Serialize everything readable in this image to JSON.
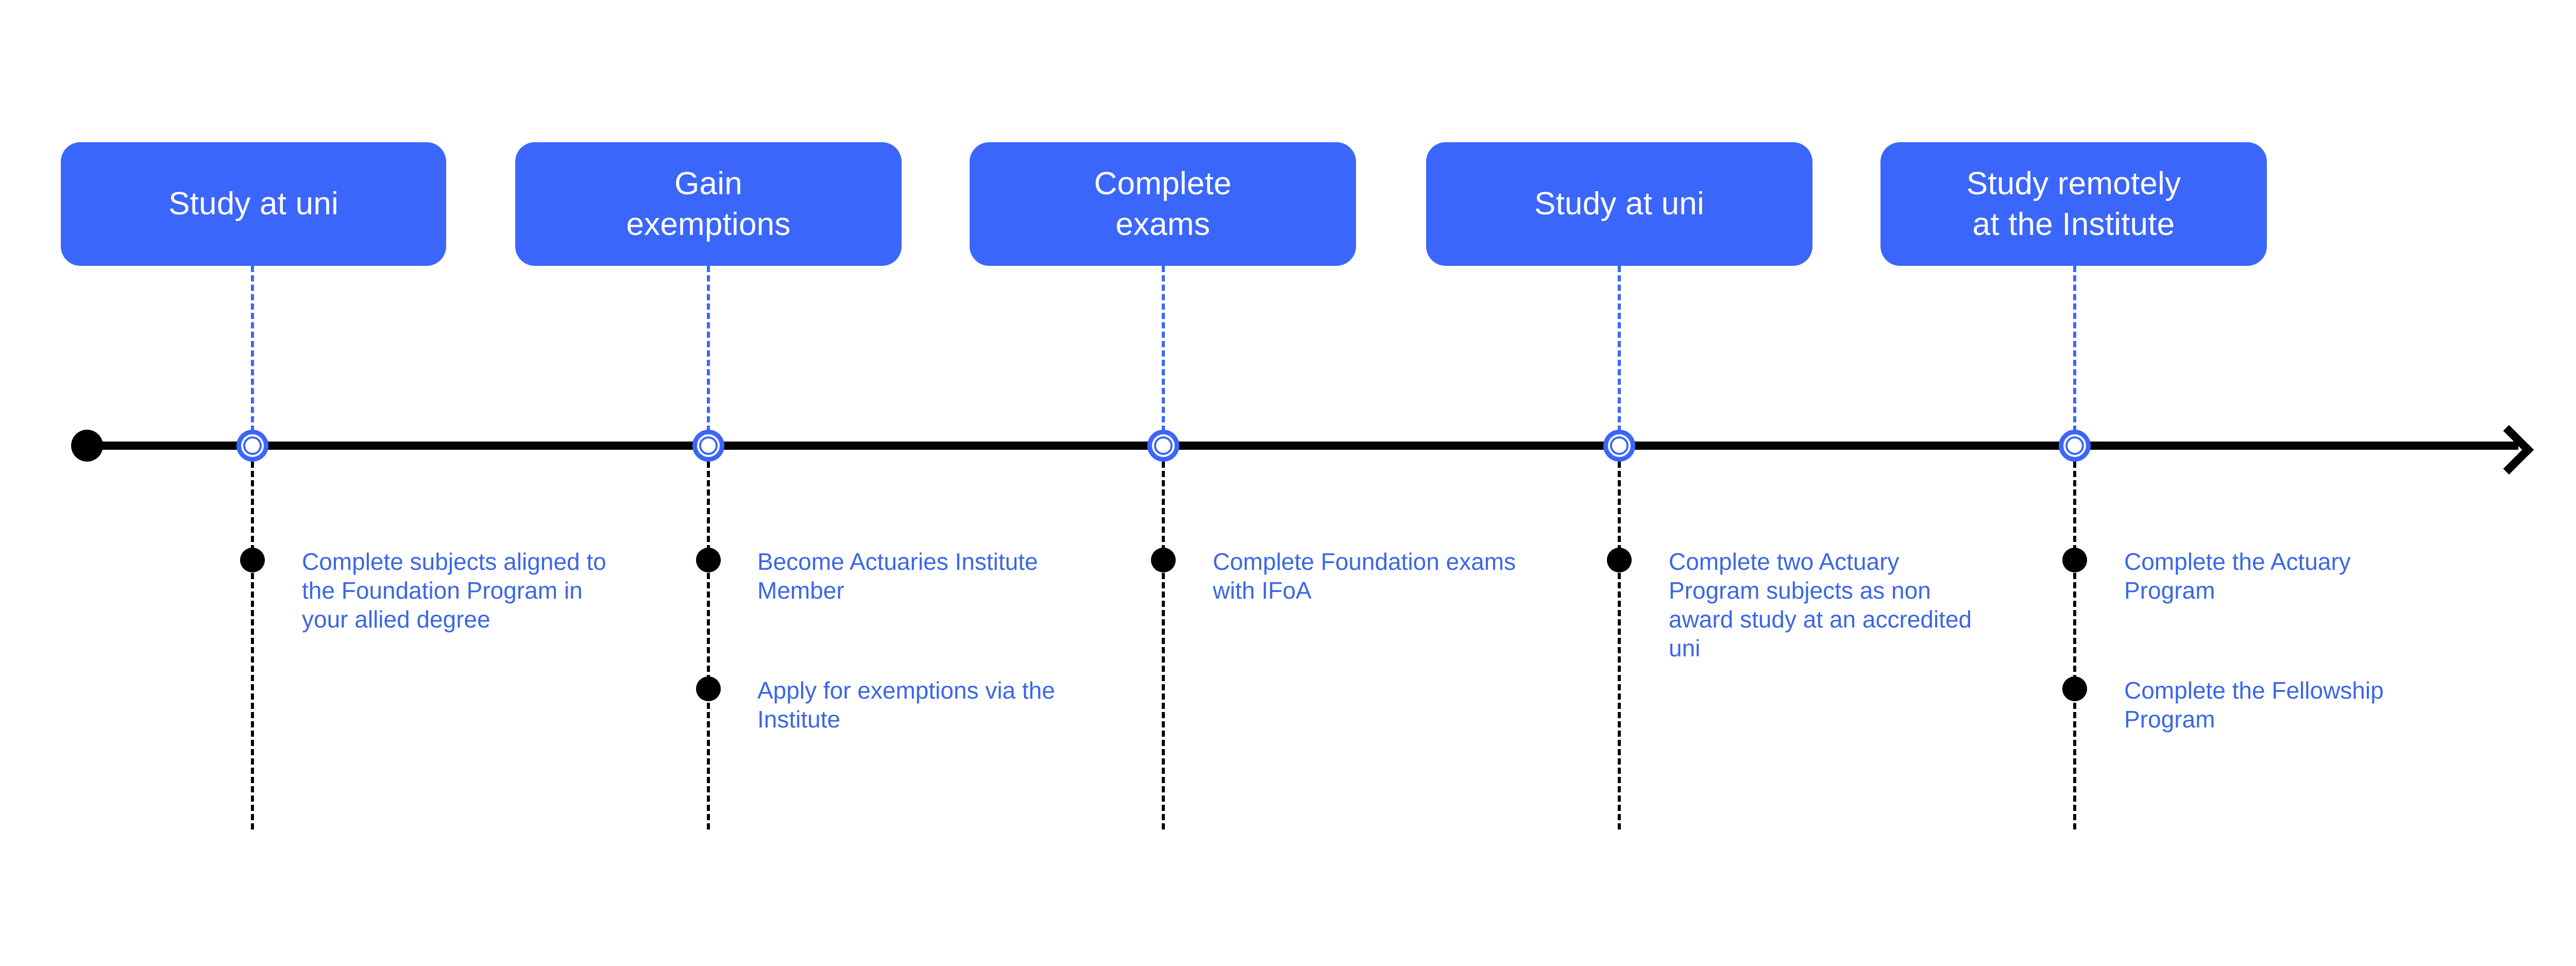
{
  "diagram": {
    "type": "timeline",
    "title": "Actuarial qualification pathway timeline",
    "colors": {
      "stage_box_fill": "#3B66FC",
      "stage_box_text": "#FFFFFF",
      "task_text": "#3B66E8",
      "axis": "#000000",
      "ring_marker": "#3B66FC",
      "connector_above_axis": "#3B66FC",
      "connector_below_axis": "#000000",
      "background": "#FFFFFF"
    },
    "axis": {
      "start_marker": "filled-dot",
      "end_marker": "arrowhead-chevron",
      "direction": "left-to-right"
    },
    "stages": [
      {
        "id": "stage-1",
        "header": "Study at uni",
        "header_lines": [
          "Study at uni"
        ],
        "tasks": [
          {
            "text": "Complete subjects aligned to the Foundation Program in your allied degree",
            "lines": [
              "Complete",
              "subjects aligned",
              "to the Foundation",
              "Program in your",
              "allied degree"
            ]
          }
        ]
      },
      {
        "id": "stage-2",
        "header": "Gain exemptions",
        "header_lines": [
          "Gain",
          "exemptions"
        ],
        "tasks": [
          {
            "text": "Become Actuaries Institute Member",
            "lines": [
              "Become Actuaries",
              "Institute Member"
            ]
          },
          {
            "text": "Apply for exemptions via the Institute",
            "lines": [
              "Apply for",
              "exemptions via the",
              "Institute"
            ]
          }
        ]
      },
      {
        "id": "stage-3",
        "header": "Complete exams",
        "header_lines": [
          "Complete",
          "exams"
        ],
        "tasks": [
          {
            "text": "Complete Foundation exams with IFoA",
            "lines": [
              "Complete",
              "Foundation exams",
              "with IFoA"
            ]
          }
        ]
      },
      {
        "id": "stage-4",
        "header": "Study at uni",
        "header_lines": [
          "Study at uni"
        ],
        "tasks": [
          {
            "text": "Complete two Actuary Program subjects as non award study at an accredited uni",
            "lines": [
              "Complete two",
              "Actuary Program",
              "subjects as non",
              "award study at an",
              "accredited uni"
            ]
          }
        ]
      },
      {
        "id": "stage-5",
        "header": "Study remotely at the Institute",
        "header_lines": [
          "Study remotely",
          "at the Institute"
        ],
        "tasks": [
          {
            "text": "Complete the Actuary Program",
            "lines": [
              "Complete the",
              "Actuary Program"
            ]
          },
          {
            "text": "Complete the Fellowship Program",
            "lines": [
              "Complete the",
              "Fellowship Program"
            ]
          }
        ]
      }
    ]
  }
}
